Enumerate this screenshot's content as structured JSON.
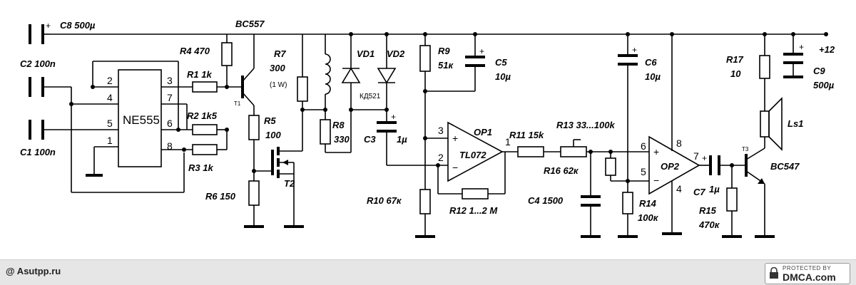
{
  "components": {
    "c8": "C8  500µ",
    "c2": "C2  100n",
    "c1": "C1  100n",
    "ic": "NE555",
    "r4": "R4  470",
    "r1": "R1 1k",
    "r2": "R2 1k5",
    "r3": "R3    1k",
    "q1_type": "BC557",
    "q1_ref": "T1",
    "r7": "R7",
    "r7_val": "300",
    "r7_power": "(1 W)",
    "r5": "R5",
    "r5_val": "100",
    "r6": "R6  150",
    "t2": "T2",
    "r8": "R8",
    "r8_val": "330",
    "vd1": "VD1",
    "vd2": "VD2",
    "diode_type": "КД521",
    "c3": "C3",
    "c3_val": "1µ",
    "r9": "R9",
    "r9_val": "51к",
    "c5": "C5",
    "c5_val": "10µ",
    "op1": "OP1",
    "op1_type": "TL072",
    "r10": "R10  67к",
    "r11": "R11  15k",
    "r12": "R12  1...2 M",
    "r13": "R13  33...100k",
    "r16": "R16  62к",
    "c4": "C4    1500",
    "c6": "C6",
    "c6_val": "10µ",
    "op2": "OP2",
    "r14": "R14",
    "r14_val": "100к",
    "c7": "C7",
    "c7_val": "1µ",
    "r15": "R15",
    "r15_val": "470к",
    "t3": "T3",
    "t3_type": "BC547",
    "r17": "R17",
    "r17_val": "10",
    "ls1": "Ls1",
    "c9": "C9",
    "c9_val": "500µ",
    "supply": "+12",
    "plus": "+"
  },
  "pins": {
    "p2": "2",
    "p4": "4",
    "p5": "5",
    "p1": "1",
    "p3": "3",
    "p7": "7",
    "p6": "6",
    "p8": "8",
    "op1_in_pos": "3",
    "op1_in_neg": "2",
    "op1_out": "1",
    "op2_in_pos": "6",
    "op2_in_neg": "5",
    "op2_out": "7",
    "op2_vcc": "8",
    "op2_gnd": "4",
    "op_plus": "+",
    "op_minus": "−"
  },
  "footer": {
    "site": "@ Asutpp.ru",
    "dmca_top": "PROTECTED BY",
    "dmca_main": "DMCA.com"
  }
}
